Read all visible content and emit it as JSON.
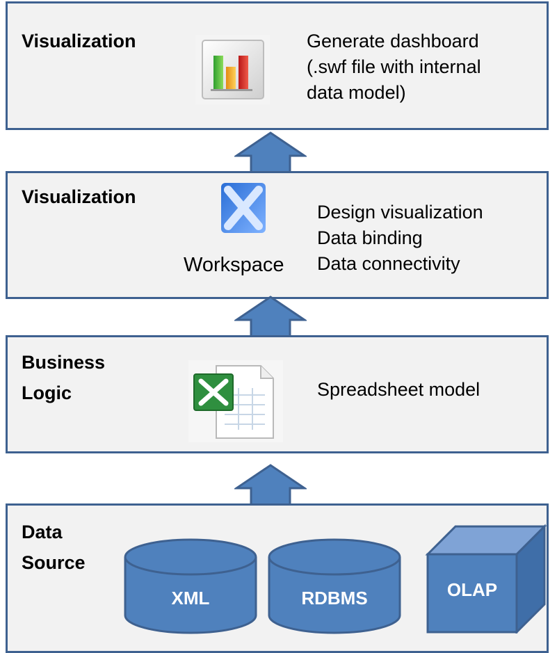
{
  "layers": [
    {
      "title": "Visualization",
      "description": [
        "Generate dashboard",
        "(.swf file with internal",
        "data model)"
      ],
      "icon": "bar-chart-icon"
    },
    {
      "title": "Visualization",
      "icon_caption": "Workspace",
      "description": [
        "Design visualization",
        "Data binding",
        "Data connectivity"
      ],
      "icon": "xcelsius-x-icon"
    },
    {
      "title_lines": [
        "Business",
        "Logic"
      ],
      "description": [
        "Spreadsheet model"
      ],
      "icon": "excel-spreadsheet-icon"
    },
    {
      "title_lines": [
        "Data",
        "Source"
      ],
      "sources": [
        "XML",
        "RDBMS",
        "OLAP"
      ]
    }
  ],
  "colors": {
    "border": "#3e6190",
    "layer_fill": "#f2f2f2",
    "shape_fill": "#4f81bd",
    "arrow_fill": "#4f81bd"
  }
}
